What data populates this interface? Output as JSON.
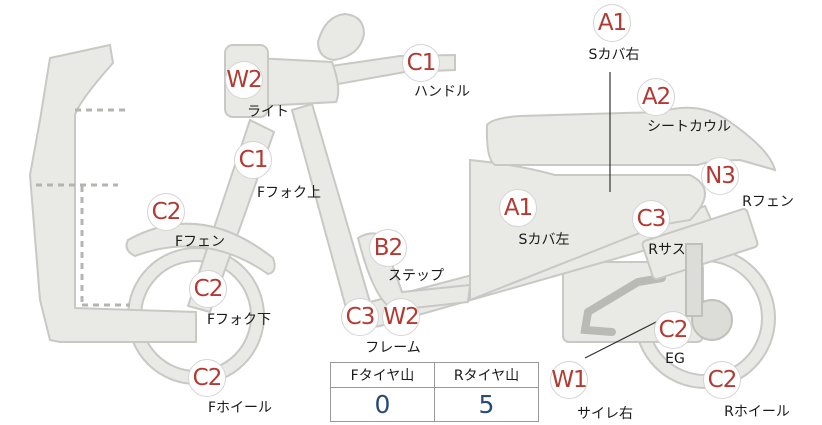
{
  "parts": [
    {
      "id": "s-cover-right",
      "grade": "A1",
      "label": "Sカバ右"
    },
    {
      "id": "handle",
      "grade": "C1",
      "label": "ハンドル"
    },
    {
      "id": "light",
      "grade": "W2",
      "label": "ライト"
    },
    {
      "id": "seat-cowl",
      "grade": "A2",
      "label": "シートカウル"
    },
    {
      "id": "fork-upper",
      "grade": "C1",
      "label": "Fフォク上"
    },
    {
      "id": "r-fender",
      "grade": "N3",
      "label": "Rフェン"
    },
    {
      "id": "f-fender",
      "grade": "C2",
      "label": "Fフェン"
    },
    {
      "id": "s-cover-left",
      "grade": "A1",
      "label": "Sカバ左"
    },
    {
      "id": "r-suspension",
      "grade": "C3",
      "label": "Rサス"
    },
    {
      "id": "step",
      "grade": "B2",
      "label": "ステップ"
    },
    {
      "id": "fork-lower",
      "grade": "C2",
      "label": "Fフォク下"
    },
    {
      "id": "frame",
      "grade": "C3",
      "label": "フレーム"
    },
    {
      "id": "frame-w",
      "grade": "W2",
      "label": ""
    },
    {
      "id": "engine",
      "grade": "C2",
      "label": "EG"
    },
    {
      "id": "silencer-right",
      "grade": "W1",
      "label": "サイレ右"
    },
    {
      "id": "f-wheel",
      "grade": "C2",
      "label": "Fホイール"
    },
    {
      "id": "r-wheel",
      "grade": "C2",
      "label": "Rホイール"
    }
  ],
  "tread_table": {
    "headers": [
      "Fタイヤ山",
      "Rタイヤ山"
    ],
    "values": [
      "0",
      "5"
    ]
  },
  "colors": {
    "grade_text": "#b33a33",
    "tread_value": "#274a7a"
  }
}
